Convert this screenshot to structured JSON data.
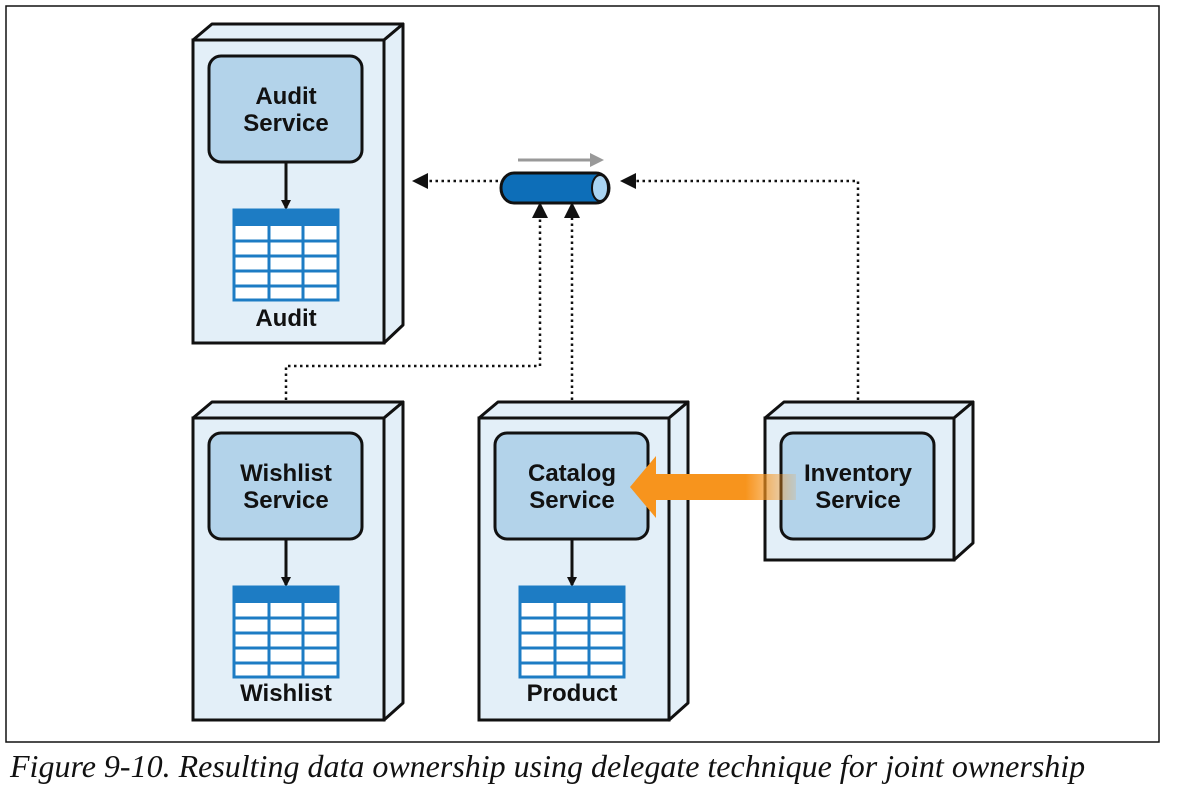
{
  "colors": {
    "container_fill": "#e3eff8",
    "service_fill": "#b3d3ea",
    "table_blue": "#1d7cc4",
    "queue_blue": "#0d6eb8",
    "queue_cap": "#a9d4f2",
    "arrow_orange": "#f7941d",
    "line": "#111111",
    "gray_arrow": "#999999"
  },
  "services": {
    "audit": {
      "line1": "Audit",
      "line2": "Service",
      "table": "Audit"
    },
    "wishlist": {
      "line1": "Wishlist",
      "line2": "Service",
      "table": "Wishlist"
    },
    "catalog": {
      "line1": "Catalog",
      "line2": "Service",
      "table": "Product"
    },
    "inventory": {
      "line1": "Inventory",
      "line2": "Service"
    }
  },
  "caption": "Figure 9-10. Resulting data ownership using delegate technique for joint ownership"
}
